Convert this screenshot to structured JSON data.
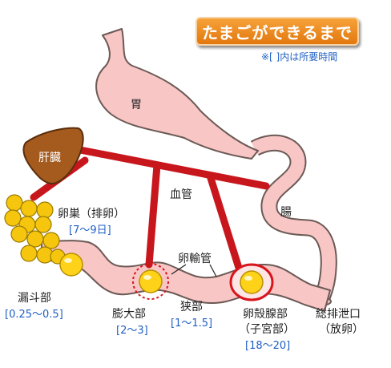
{
  "title": "たまごができるまで",
  "note": "※[ ]内は所要時間",
  "colors": {
    "organ_fill": "#f9c6c6",
    "organ_stroke": "#6b5a55",
    "vessel": "#c8161d",
    "liver": "#a55a1e",
    "ovary": "#f5c60d",
    "egg": "#ffd21a",
    "title_bg": "#ef8a1e",
    "duration_text": "#1f5fc4"
  },
  "labels": {
    "stomach": "胃",
    "liver": "肝臓",
    "blood_vessel": "血管",
    "intestine": "腸",
    "ovary": "卵巣（排卵）",
    "oviduct": "卵輸管",
    "infundibulum": "漏斗部",
    "magnum": "膨大部",
    "isthmus": "狭部",
    "shell_gland_1": "卵殻腺部",
    "shell_gland_2": "（子宮部）",
    "cloaca_1": "総排泄口",
    "cloaca_2": "（放卵）"
  },
  "durations": {
    "ovary": "[7～9日]",
    "infundibulum": "[0.25～0.5]",
    "magnum": "[2～3]",
    "isthmus": "[1～1.5]",
    "shell_gland": "[18～20]"
  }
}
